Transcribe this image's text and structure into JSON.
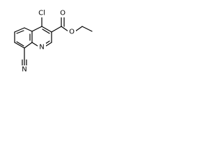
{
  "molecule": {
    "atoms": {
      "chlorine": "Cl",
      "ring_nitrogen": "N",
      "ester_carbonyl_oxygen": "O",
      "ester_ether_oxygen": "O",
      "nitrile_nitrogen": "N"
    }
  }
}
